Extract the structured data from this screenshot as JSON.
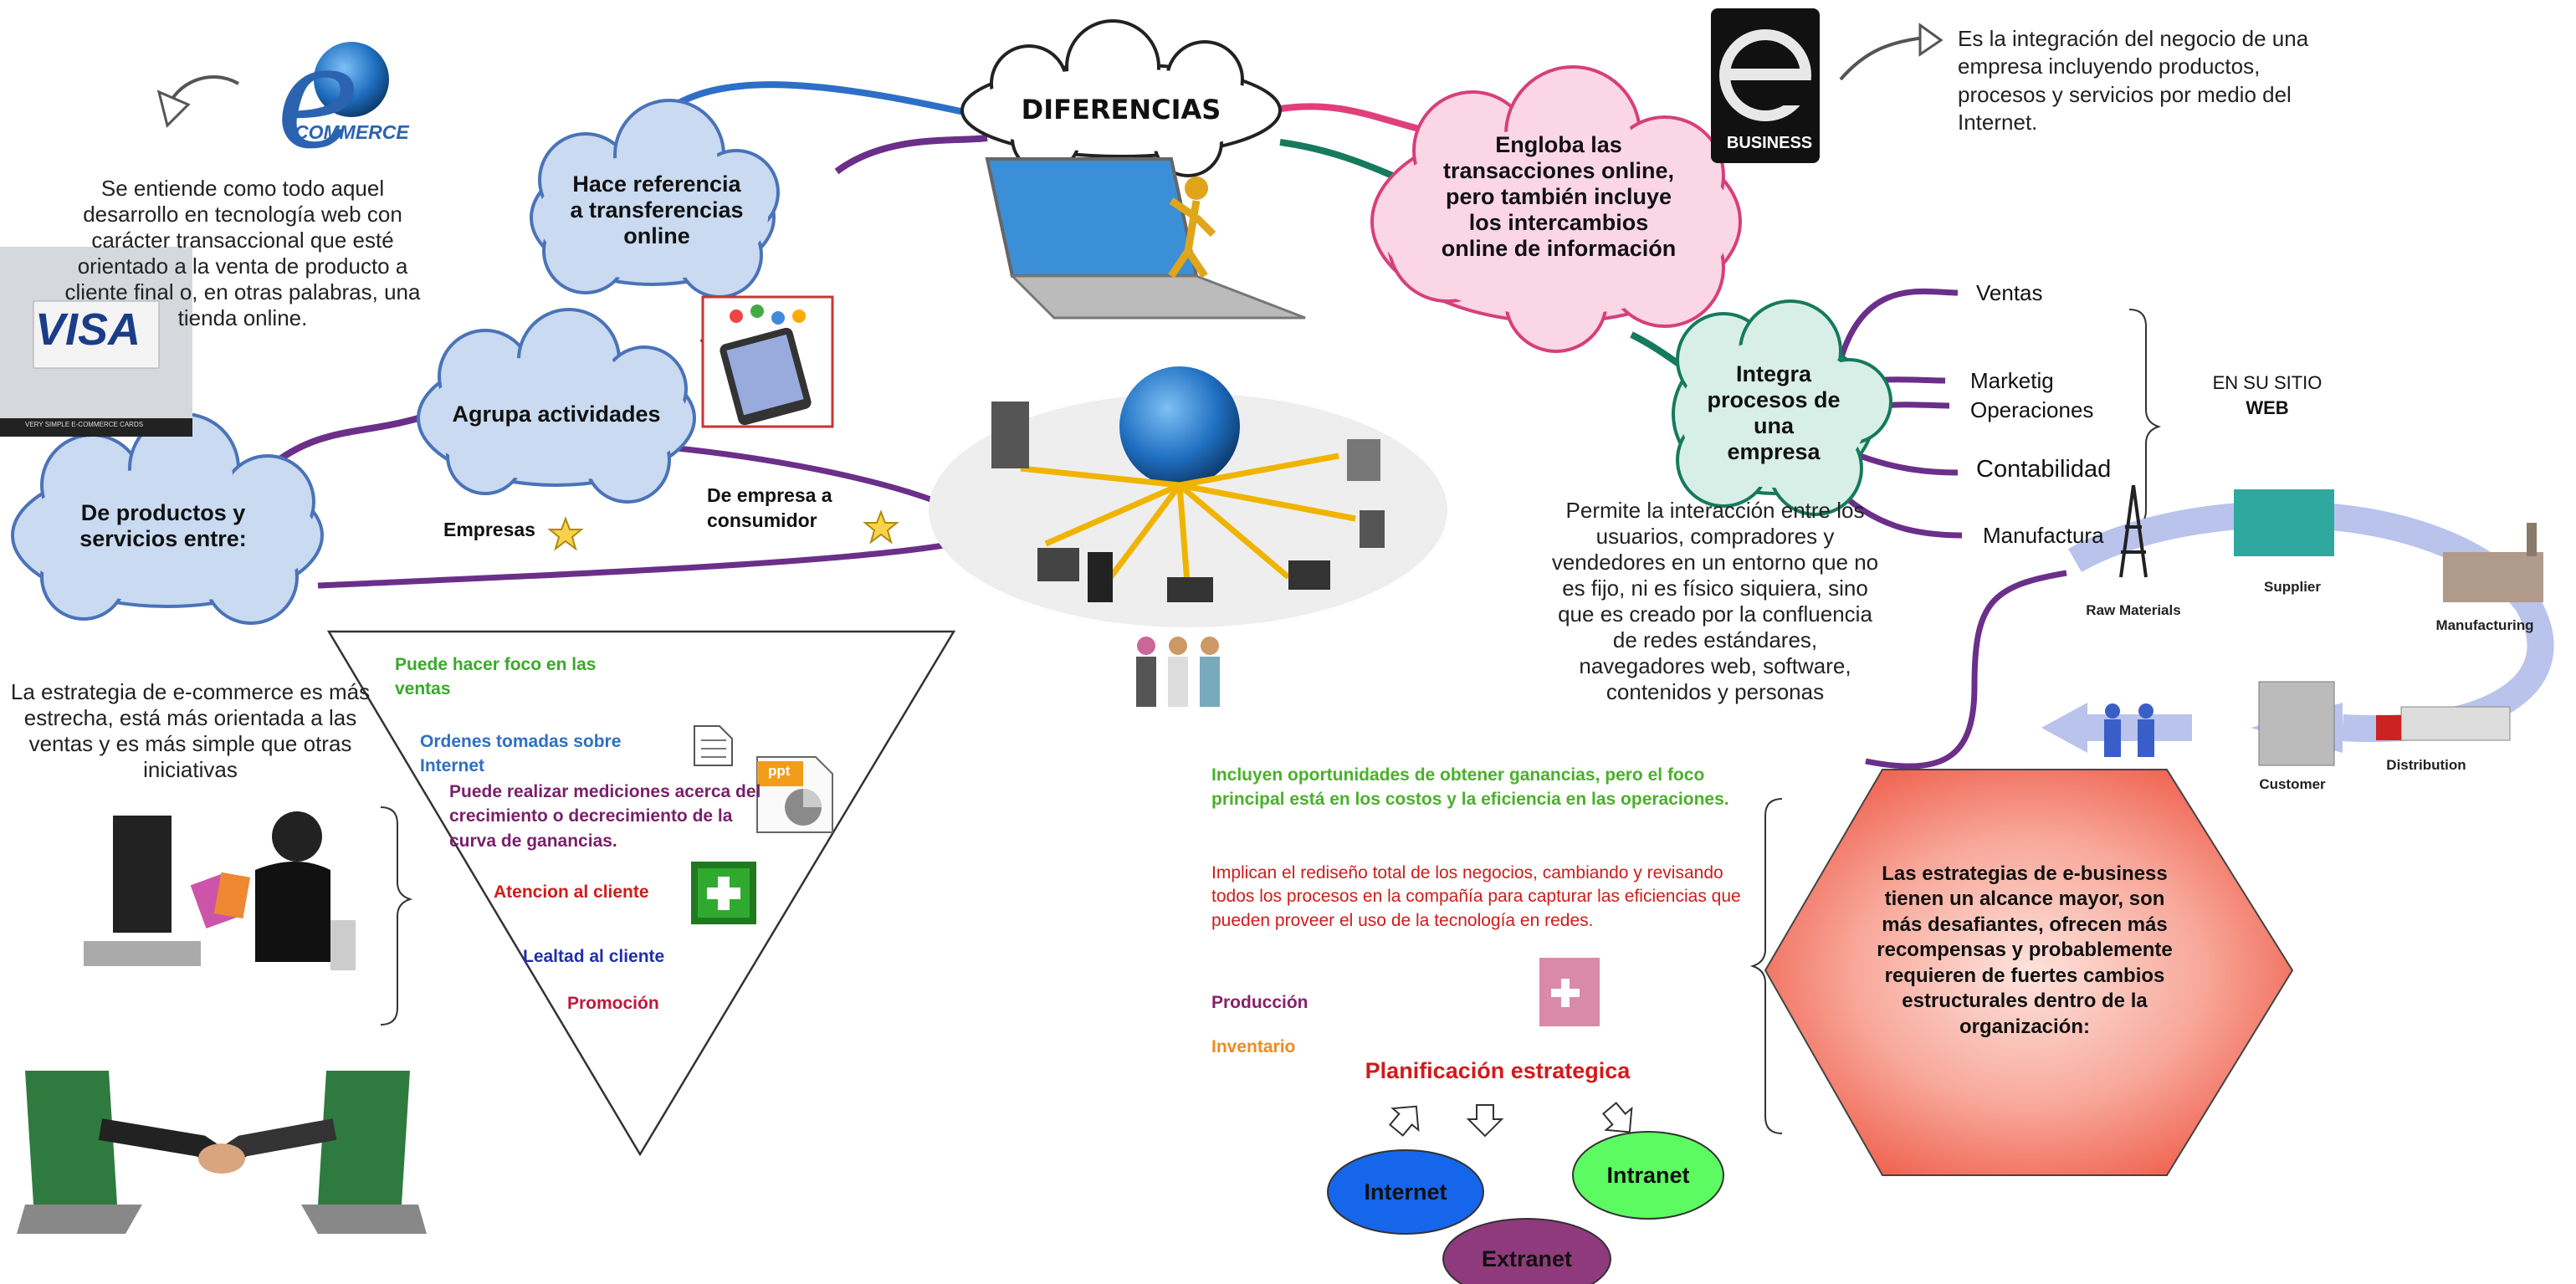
{
  "diagram": {
    "center_title": "DIFERENCIAS",
    "ecommerce": {
      "logo_text": "COMMERCE",
      "definition": "Se entiende como todo aquel desarrollo en tecnología web con carácter transaccional que esté orientado a la venta de producto a cliente final o, en otras palabras, una tienda online.",
      "node_transfer": "Hace referencia a transferencias online",
      "node_group": "Agrupa actividades",
      "node_products": "De productos y servicios entre:",
      "empresas": "Empresas",
      "b2c": "De empresa a consumidor",
      "strategy": "La estrategia de e-commerce es más estrecha, está más orientada a las ventas y es más simple que otras iniciativas",
      "visa_text": "VISA",
      "visa_caption": "VERY SIMPLE E-COMMERCE CARDS",
      "triangle_items": [
        {
          "text": "Puede hacer foco en las ventas",
          "color": "#3aa82a"
        },
        {
          "text": "Ordenes tomadas sobre Internet",
          "color": "#2f6fc4"
        },
        {
          "text": "Puede realizar mediciones acerca del crecimiento o decrecimiento de la curva de ganancias.",
          "color": "#7a1f6a"
        },
        {
          "text": "Atencion al cliente",
          "color": "#d11a1a"
        },
        {
          "text": "Lealtad al cliente",
          "color": "#1f2fb0"
        },
        {
          "text": "Promoción",
          "color": "#c0183a"
        }
      ],
      "ppt_label": "ppt"
    },
    "ebusiness": {
      "logo_letter": "e",
      "logo_text": "BUSINESS",
      "definition": "Es la integración del negocio de una empresa incluyendo productos, procesos y servicios por medio del Internet.",
      "node_engloba": "Engloba las transacciones online, pero también incluye los intercambios online de información",
      "node_integra": "Integra procesos de una empresa",
      "processes": [
        "Ventas",
        "Marketig",
        "Operaciones",
        "Contabilidad",
        "Manufactura"
      ],
      "web_label_1": "EN SU SITIO",
      "web_label_2": "WEB",
      "interaction": "Permite la interacción entre los usuarios, compradores y vendedores en un entorno que no es fijo, ni es físico siquiera, sino que es creado por la confluencia de redes estándares, navegadores web, software, contenidos y personas",
      "opportunities": "Incluyen oportunidades de obtener ganancias, pero el foco principal está en los costos y la eficiencia en las operaciones.",
      "redesign": "Implican el rediseño total de los negocios, cambiando y revisando todos los procesos en la compañía para capturar las eficiencias que pueden proveer el uso de la tecnología en redes.",
      "produccion": "Producción",
      "inventario": "Inventario",
      "planning": "Planificación estrategica",
      "networks": [
        "Internet",
        "Intranet",
        "Extranet"
      ],
      "hexagon": "Las estrategias de e-business tienen un alcance mayor, son más desafiantes, ofrecen más recompensas y probablemente requieren de fuertes cambios estructurales dentro de  la organización:",
      "supply_chain": [
        "Raw Materials",
        "Supplier",
        "Manufacturing",
        "Distribution",
        "Customer"
      ]
    }
  }
}
